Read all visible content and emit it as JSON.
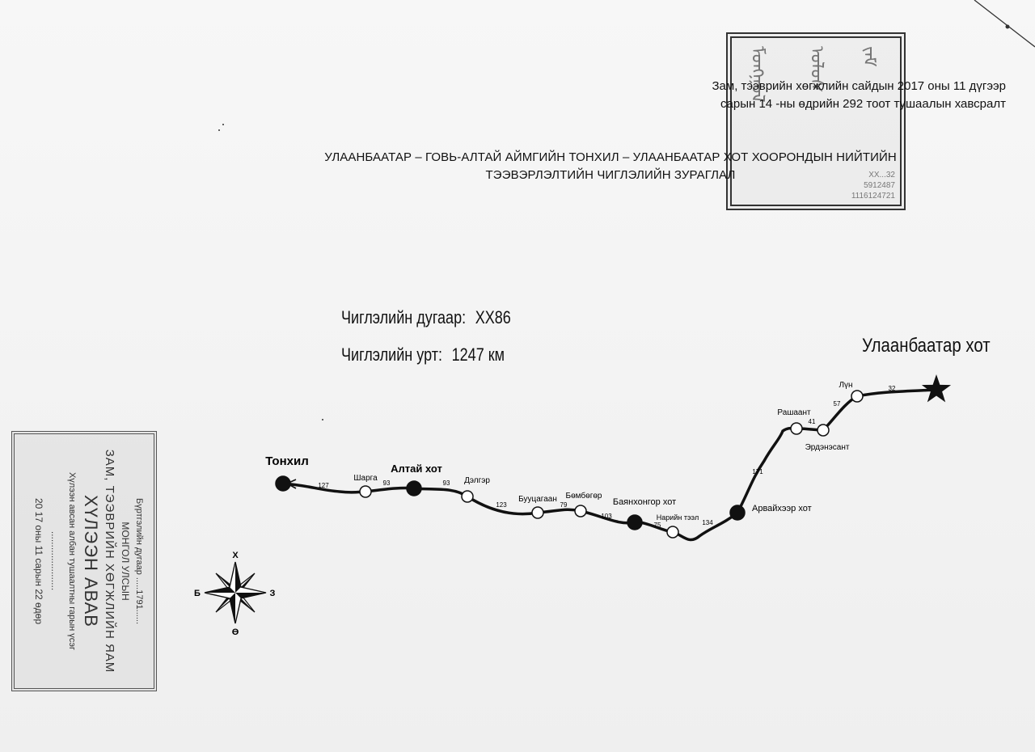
{
  "header": {
    "ref_line1": "Зам, тээврийн хөгжлийн сайдын 2017 оны 11 дүгээр",
    "ref_line2": "сарын 14 -ны өдрийн 292 тоот тушаалын хавсралт"
  },
  "title": {
    "line1": "УЛААНБААТАР – ГОВЬ-АЛТАЙ АЙМГИЙН ТОНХИЛ – УЛААНБААТАР ХОТ ХООРОНДЫН НИЙТИЙН",
    "line2": "ТЭЭВЭРЛЭЛТИЙН ЧИГЛЭЛИЙН ЗУРАГЛАЛ"
  },
  "route": {
    "number_label": "Чиглэлийн дугаар:",
    "number_value": "ХХ86",
    "length_label": "Чиглэлийн урт:",
    "length_value": "1247 км"
  },
  "destination": "Улаанбаатар хот",
  "stops": [
    {
      "name": "Тонхил",
      "type": "filled",
      "major": true
    },
    {
      "name": "Шарга",
      "type": "open"
    },
    {
      "name": "Алтай хот",
      "type": "filled",
      "major": true
    },
    {
      "name": "Дэлгэр",
      "type": "open"
    },
    {
      "name": "Бууцагаан",
      "type": "open"
    },
    {
      "name": "Бөмбөгөр",
      "type": "open"
    },
    {
      "name": "Баянхонгор хот",
      "type": "filled"
    },
    {
      "name": "Нарийн тээл",
      "type": "open"
    },
    {
      "name": "Арвайхээр хот",
      "type": "filled"
    },
    {
      "name": "Рашаант",
      "type": "open"
    },
    {
      "name": "Эрдэнэсант",
      "type": "open"
    },
    {
      "name": "Лүн",
      "type": "open"
    },
    {
      "name": "Улаанбаатар хот",
      "type": "star"
    }
  ],
  "segments": [
    "127",
    "93",
    "93",
    "123",
    "79",
    "103",
    "75",
    "134",
    "171",
    "41",
    "57",
    "32"
  ],
  "compass": {
    "north": "Х",
    "south": "Ө",
    "west": "Б",
    "east": "З"
  },
  "stamp_top": {
    "numbers": [
      "ХХ...32",
      "5912487",
      "1116124721"
    ]
  },
  "stamp_left": {
    "line1": "Бүртгэлийн дугаар .....1791......",
    "line2": "МОНГОЛ УЛСЫН",
    "line3": "ЗАМ, ТЭЭВРИЙН ХӨГЖЛИЙН ЯАМ",
    "line4": "ХҮЛЭЭН АВАВ",
    "line5": "Хүлээн авсан албан тушаалтны гарын үсэг",
    "line6": "......................",
    "line7": "20 17 оны 11 сарын 22 өдөр"
  },
  "colors": {
    "ink": "#111111",
    "paper": "#f4f4f4"
  }
}
